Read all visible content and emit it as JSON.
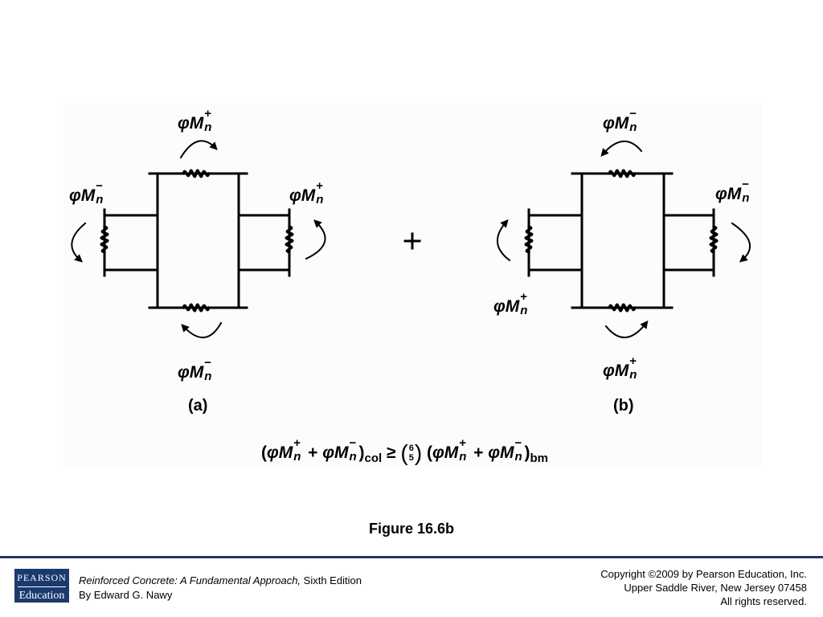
{
  "diagram": {
    "panel_a": {
      "label": "(a)",
      "top": {
        "phi": "φ",
        "m": "M",
        "sup": "+",
        "sub": "n"
      },
      "left": {
        "phi": "φ",
        "m": "M",
        "sup": "−",
        "sub": "n"
      },
      "right": {
        "phi": "φ",
        "m": "M",
        "sup": "+",
        "sub": "n"
      },
      "bottom": {
        "phi": "φ",
        "m": "M",
        "sup": "−",
        "sub": "n"
      }
    },
    "panel_b": {
      "label": "(b)",
      "top": {
        "phi": "φ",
        "m": "M",
        "sup": "−",
        "sub": "n"
      },
      "left": {
        "phi": "φ",
        "m": "M",
        "sup": "+",
        "sub": "n"
      },
      "right": {
        "phi": "φ",
        "m": "M",
        "sup": "−",
        "sub": "n"
      },
      "bottom": {
        "phi": "φ",
        "m": "M",
        "sup": "+",
        "sub": "n"
      }
    },
    "plus_sign": "+",
    "equation": {
      "open": "(",
      "phi1": "φ",
      "m1": "M",
      "sup1": "+",
      "sub1": "n",
      "plus1": " + ",
      "phi2": "φ",
      "m2": "M",
      "sup2": "−",
      "sub2": "n",
      "close": ")",
      "col": "col",
      "geq": " ≥ ",
      "frac_num": "6",
      "frac_den": "5",
      "open2": "(",
      "phi3": "φ",
      "m3": "M",
      "sup3": "+",
      "sub3": "n",
      "plus2": " + ",
      "phi4": "φ",
      "m4": "M",
      "sup4": "−",
      "sub4": "n",
      "close2": ")",
      "bm": "bm"
    }
  },
  "caption": "Figure 16.6b",
  "footer": {
    "logo_top": "PEARSON",
    "logo_bottom": "Education",
    "book_title": "Reinforced Concrete: A Fundamental Approach,",
    "edition": " Sixth Edition",
    "author": "By Edward G. Nawy",
    "copyright_1": "Copyright ©2009 by Pearson Education, Inc.",
    "copyright_2": "Upper Saddle River, New Jersey 07458",
    "copyright_3": "All rights reserved."
  },
  "colors": {
    "divider": "#1f3864",
    "logo_bg": "#1a3a6e"
  }
}
